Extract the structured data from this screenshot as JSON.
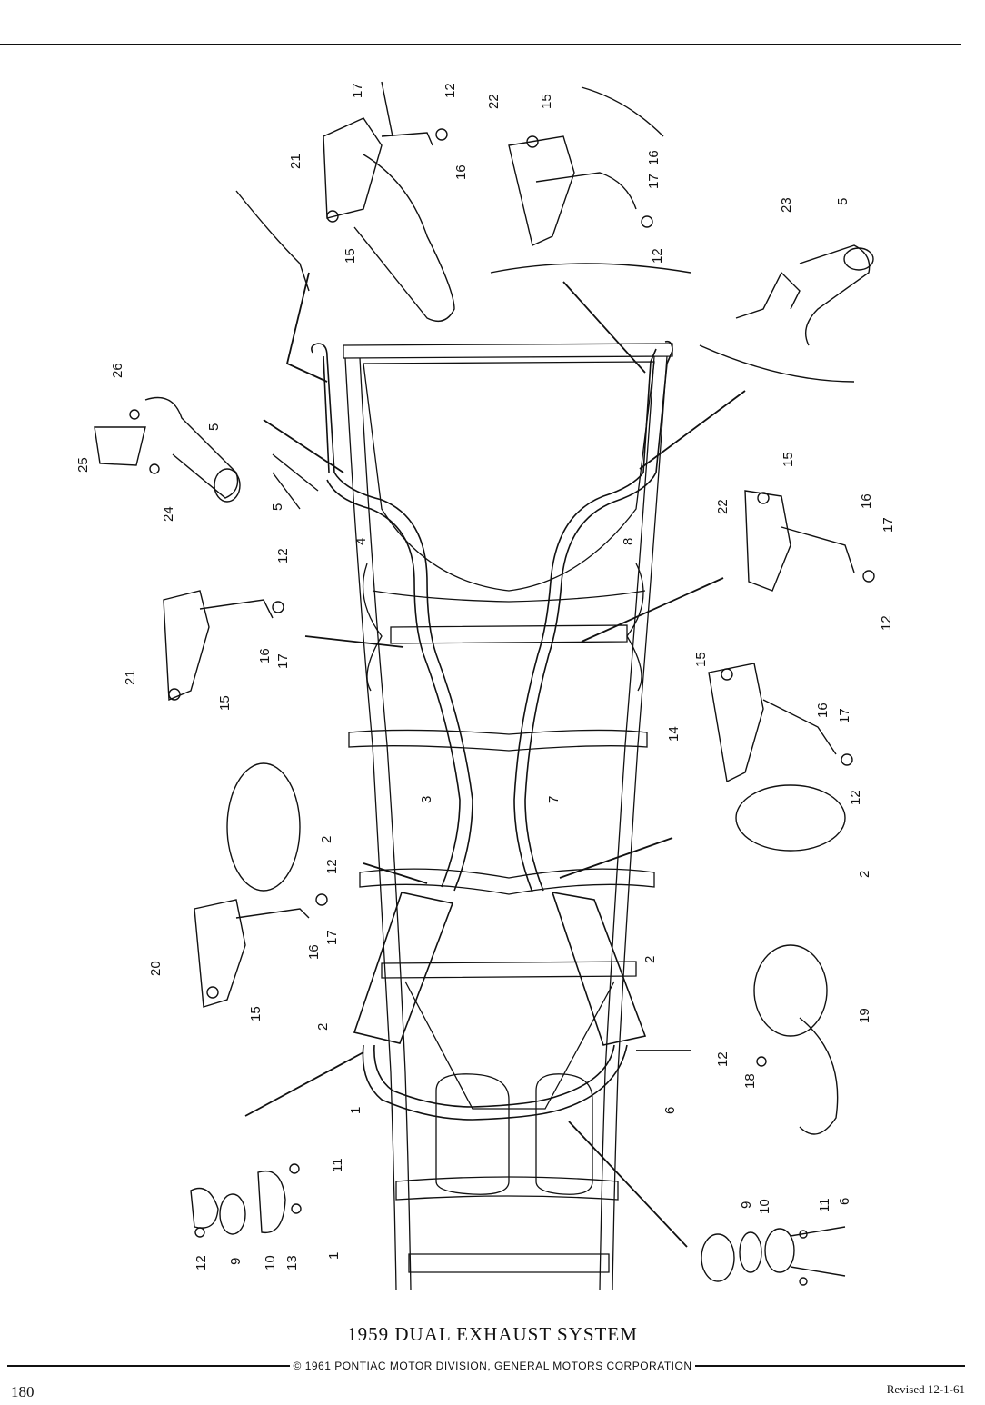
{
  "page": {
    "title": "1959 DUAL EXHAUST SYSTEM",
    "copyright": "© 1961 PONTIAC MOTOR DIVISION, GENERAL MOTORS CORPORATION",
    "page_number": "180",
    "revised": "Revised 12-1-61"
  },
  "callouts": {
    "c1": "1",
    "c2": "2",
    "c3": "3",
    "c4": "4",
    "c5": "5",
    "c6": "6",
    "c7": "7",
    "c8": "8",
    "c9": "9",
    "c10": "10",
    "c11": "11",
    "c12": "12",
    "c13": "13",
    "c14": "14",
    "c15": "15",
    "c16": "16",
    "c17": "17",
    "c18": "18",
    "c19": "19",
    "c20": "20",
    "c21": "21",
    "c22": "22",
    "c23": "23",
    "c24": "24",
    "c25": "25",
    "c26": "26"
  }
}
